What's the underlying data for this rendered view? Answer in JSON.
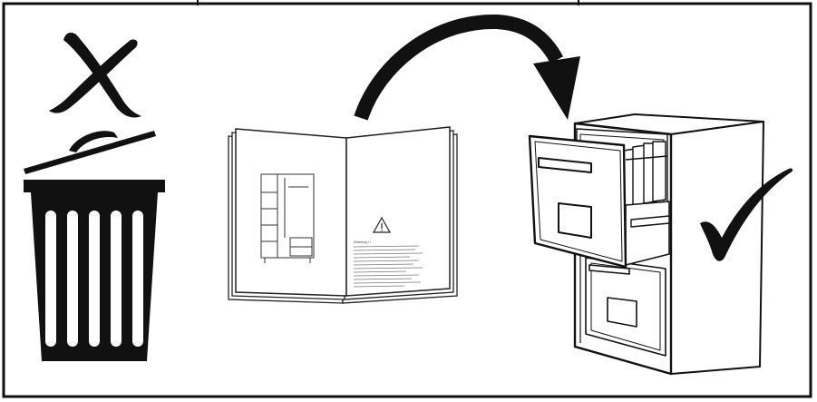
{
  "instruction": {
    "discard": {
      "icon": "cross-mark-icon",
      "meaning": "do-not",
      "color": "#111111"
    },
    "keep": {
      "icon": "check-mark-icon",
      "meaning": "do",
      "color": "#111111"
    },
    "manual": {
      "heading": "Warning / !",
      "warning_icon": "warning-triangle-icon",
      "illustration": "wardrobe-icon"
    },
    "flow_arrow": "curved-arrow-icon",
    "destination": "filing-cabinet-icon",
    "bin": "trash-bin-icon"
  },
  "colors": {
    "ink": "#111111",
    "paper": "#ffffff",
    "line": "#222222"
  }
}
